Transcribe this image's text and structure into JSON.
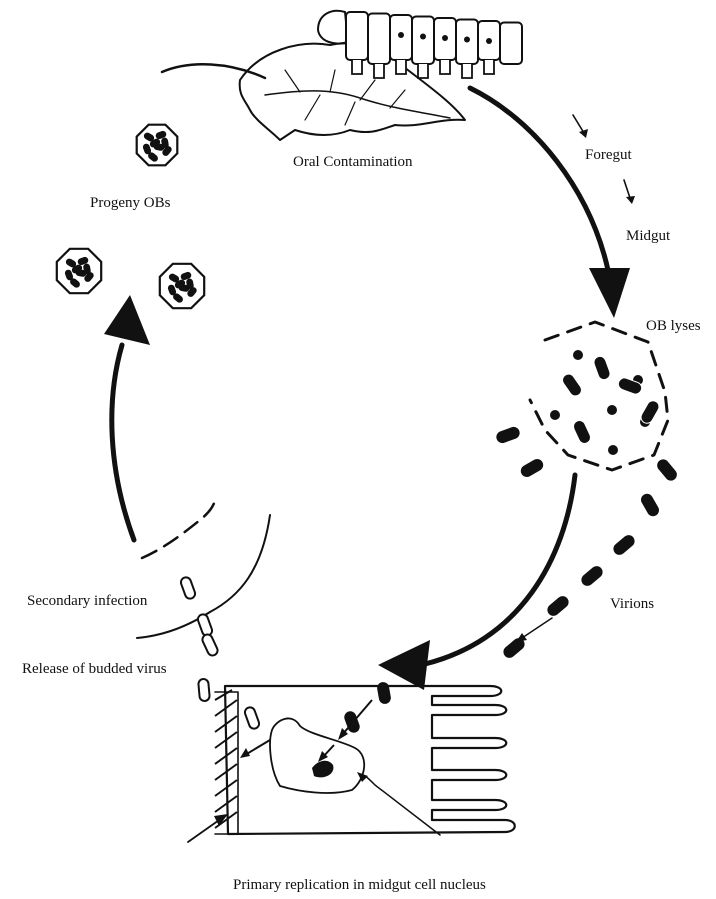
{
  "labels": {
    "oral_contamination": "Oral Contamination",
    "foregut": "Foregut",
    "midgut": "Midgut",
    "ob_lyses": "OB lyses",
    "virions": "Virions",
    "progeny_obs": "Progeny OBs",
    "secondary_infection": "Secondary infection",
    "release_budded_virus": "Release of budded virus",
    "primary_replication": "Primary replication in midgut cell nucleus"
  },
  "colors": {
    "ink": "#111111",
    "paper": "#ffffff"
  },
  "icons": [
    "caterpillar-icon",
    "leaf-icon",
    "occlusion-body-icon",
    "virion-icon",
    "midgut-cell-icon"
  ]
}
